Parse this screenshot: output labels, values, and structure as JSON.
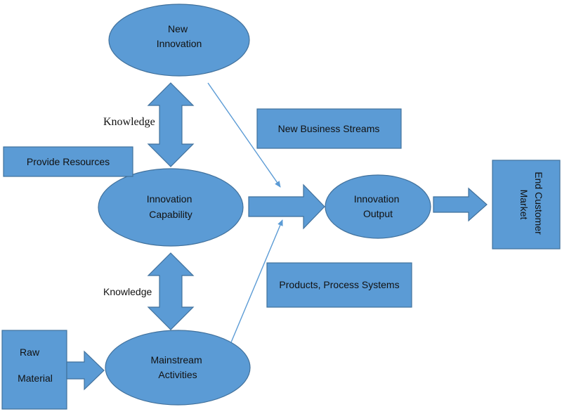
{
  "colors": {
    "shape_fill": "#5B9BD5",
    "shape_stroke": "#41719C",
    "connector": "#5B9BD5",
    "text": "#111111"
  },
  "nodes": {
    "new_innovation": [
      "New",
      "Innovation"
    ],
    "innovation_capability": [
      "Innovation",
      "Capability"
    ],
    "mainstream_activities": [
      "Mainstream",
      "Activities"
    ],
    "innovation_output": [
      "Innovation",
      "Output"
    ],
    "raw_material": [
      "Raw",
      "Material"
    ],
    "end_customer_market": [
      "End Customer",
      "Market"
    ]
  },
  "labels": {
    "provide_resources": "Provide Resources",
    "new_business_streams": "New Business Streams",
    "products_process_systems": "Products, Process Systems",
    "knowledge_top": "Knowledge",
    "knowledge_bottom": "Knowledge"
  }
}
